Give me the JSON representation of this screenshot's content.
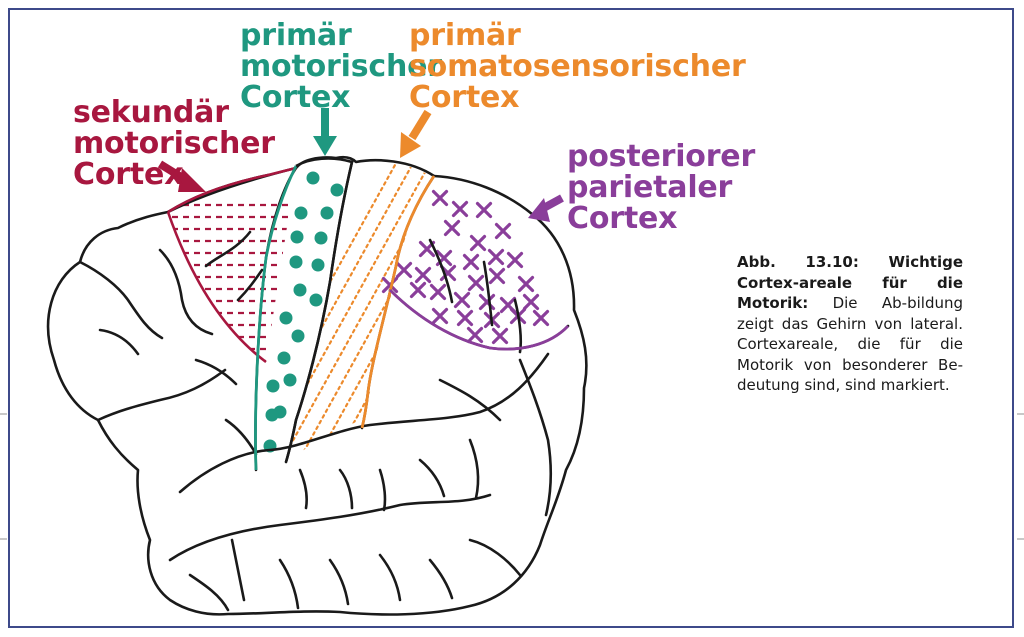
{
  "labels": {
    "secondary_motor": "sekundär\nmotorischer\nCortex",
    "primary_motor": "primär\nmotorischer\nCortex",
    "primary_somatosensory": "primär\nsomatosensorischer\nCortex",
    "posterior_parietal": "posteriorer\nparietaler\nCortex"
  },
  "caption": {
    "title": "Abb. 13.10: Wichtige Cortex-areale für die Motorik:",
    "body": " Die Ab-bildung zeigt das Gehirn von lateral. Cortexareale, die für die Motorik von besonderer Be-deutung sind, sind markiert."
  },
  "colors": {
    "secondary_motor": "#a8173f",
    "primary_motor": "#1f9880",
    "primary_somatosensory": "#ec8a2c",
    "posterior_parietal": "#8a3e9a",
    "outline": "#1a1a1a",
    "frame": "#3d4a8a"
  },
  "regions": [
    {
      "name": "sekundär motorischer Cortex",
      "pattern": "dashed-horizontal-lines"
    },
    {
      "name": "primär motorischer Cortex",
      "pattern": "dots"
    },
    {
      "name": "primär somatosensorischer Cortex",
      "pattern": "dotted-diagonal-lines"
    },
    {
      "name": "posteriorer parietaler Cortex",
      "pattern": "crosses"
    }
  ]
}
